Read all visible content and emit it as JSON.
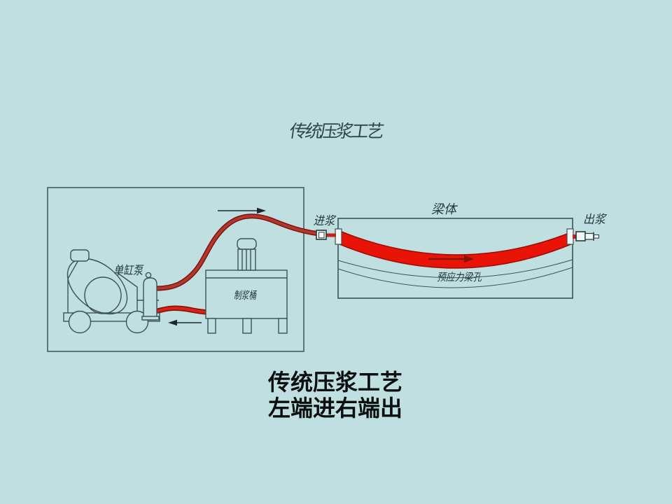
{
  "title": "传统压浆工艺",
  "caption": {
    "line1": "传统压浆工艺",
    "line2": "左端进右端出"
  },
  "diagram": {
    "labels": {
      "pump": "单缸泵",
      "barrel": "制浆桶",
      "beam": "梁体",
      "grout_in": "进浆",
      "grout_out": "出浆",
      "duct": "预应力梁孔"
    }
  },
  "colors": {
    "background": "#bfdfe1",
    "line": "#3c5254",
    "grout_red": "#e91408",
    "grout_red_dark": "#9e0d04",
    "hose_red": "#b5372b",
    "hose_red_dark": "#7a1410",
    "arrow_black": "#1e2a2a",
    "flow_arrow_red": "#8c1005",
    "text_dark": "#26393c"
  }
}
